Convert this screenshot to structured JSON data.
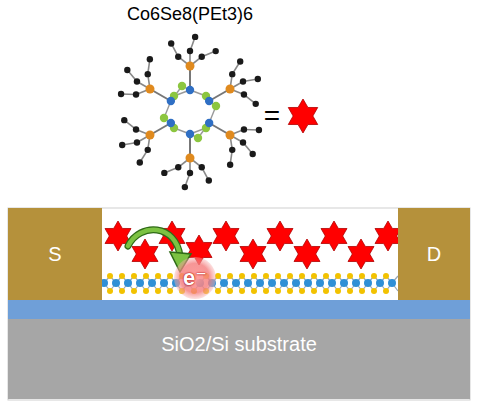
{
  "diagram": {
    "title": "Co6Se8(PEt3)6",
    "nodes": [
      {
        "text": [
          "S"
        ]
      },
      {
        "text": [
          "e⁻"
        ]
      },
      {
        "text": [
          "D"
        ]
      },
      {
        "text": [
          "SiO2/Si substrate"
        ]
      }
    ],
    "labels": [
      "="
    ]
  }
}
